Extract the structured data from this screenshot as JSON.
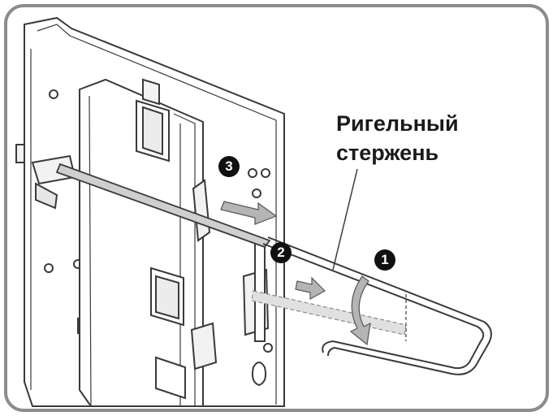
{
  "label": {
    "line1": "Ригельный",
    "line2": "стержень"
  },
  "steps": [
    "1",
    "2",
    "3"
  ],
  "colors": {
    "frame_border": "#8c8c8c",
    "line": "#3a3a3a",
    "panel_fill": "#ffffff",
    "rod_fill": "#cfcfcf",
    "arrow_fill": "#b5b5b5"
  }
}
